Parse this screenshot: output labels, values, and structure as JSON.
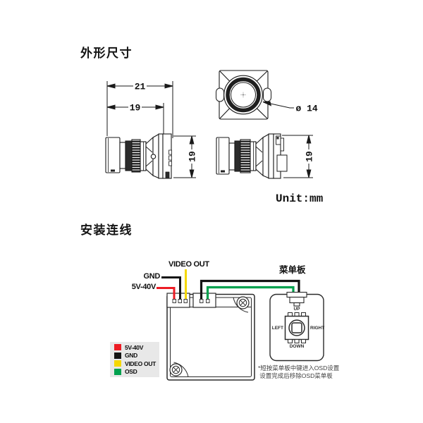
{
  "sections": {
    "dimensions": {
      "title": "外形尺寸",
      "unit_label": "Unit:mm",
      "dims": {
        "width_outer": "21",
        "width_inner": "19",
        "height_left": "19",
        "height_right": "19",
        "lens_diameter": "ø 14"
      }
    },
    "wiring": {
      "title": "安装连线",
      "wire_labels": {
        "power": "5V-40V",
        "ground": "GND",
        "video": "VIDEO OUT"
      },
      "menu_board": {
        "label": "菜单板",
        "nav": {
          "up": "UP",
          "down": "DOWN",
          "left": "LEFT",
          "right": "RIGHT"
        }
      },
      "legend": {
        "items": [
          {
            "label": "5V-40V",
            "color": "#ed1c24"
          },
          {
            "label": "GND",
            "color": "#141414"
          },
          {
            "label": "VIDEO OUT",
            "color": "#f5d800"
          },
          {
            "label": "OSD",
            "color": "#00a14e"
          }
        ]
      },
      "note_line1": "*短按菜单板中键进入OSD设置",
      "note_line2": "设置完成后移除OSD菜单板",
      "colors": {
        "power_wire": "#ed1c24",
        "ground_wire": "#141414",
        "video_wire": "#f5d800",
        "osd_wire": "#00a14e",
        "legend_bg": "#e8e8e8",
        "line_ink": "#1a1a1a"
      }
    }
  }
}
